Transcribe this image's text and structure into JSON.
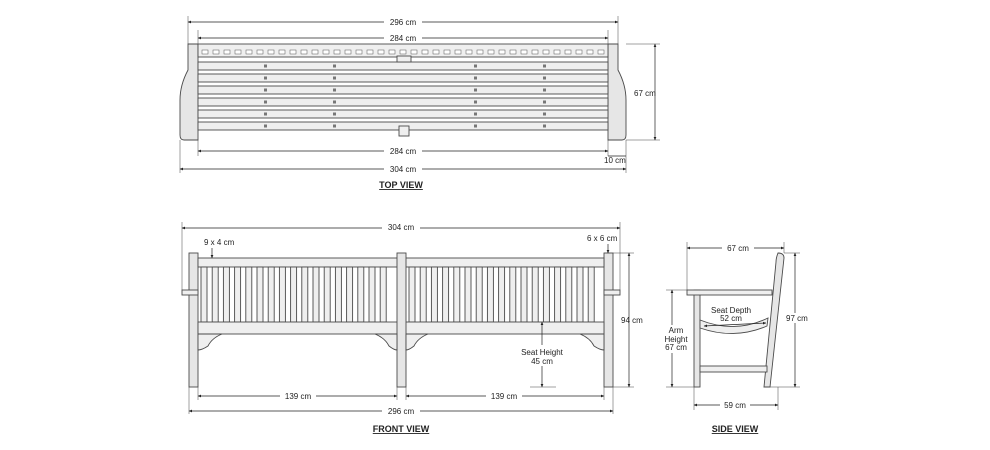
{
  "top_view": {
    "title": "TOP VIEW",
    "overall_top": "296 cm",
    "seat_top": "284 cm",
    "seat_bottom": "284 cm",
    "overall_bottom": "304 cm",
    "depth": "67 cm",
    "arm_width": "10 cm"
  },
  "front_view": {
    "title": "FRONT VIEW",
    "overall": "304 cm",
    "back_post": "9 x 4 cm",
    "leg_post": "6 x 6 cm",
    "height": "94 cm",
    "seat_height_label": "Seat Height",
    "seat_height_value": "45 cm",
    "span_left": "139 cm",
    "span_right": "139 cm",
    "leg_span": "296 cm"
  },
  "side_view": {
    "title": "SIDE VIEW",
    "depth": "67 cm",
    "seat_depth_label": "Seat Depth",
    "seat_depth_value": "52 cm",
    "arm_height_line1": "Arm",
    "arm_height_line2": "Height",
    "arm_height_value": "67 cm",
    "height": "97 cm",
    "base_depth": "59 cm"
  }
}
